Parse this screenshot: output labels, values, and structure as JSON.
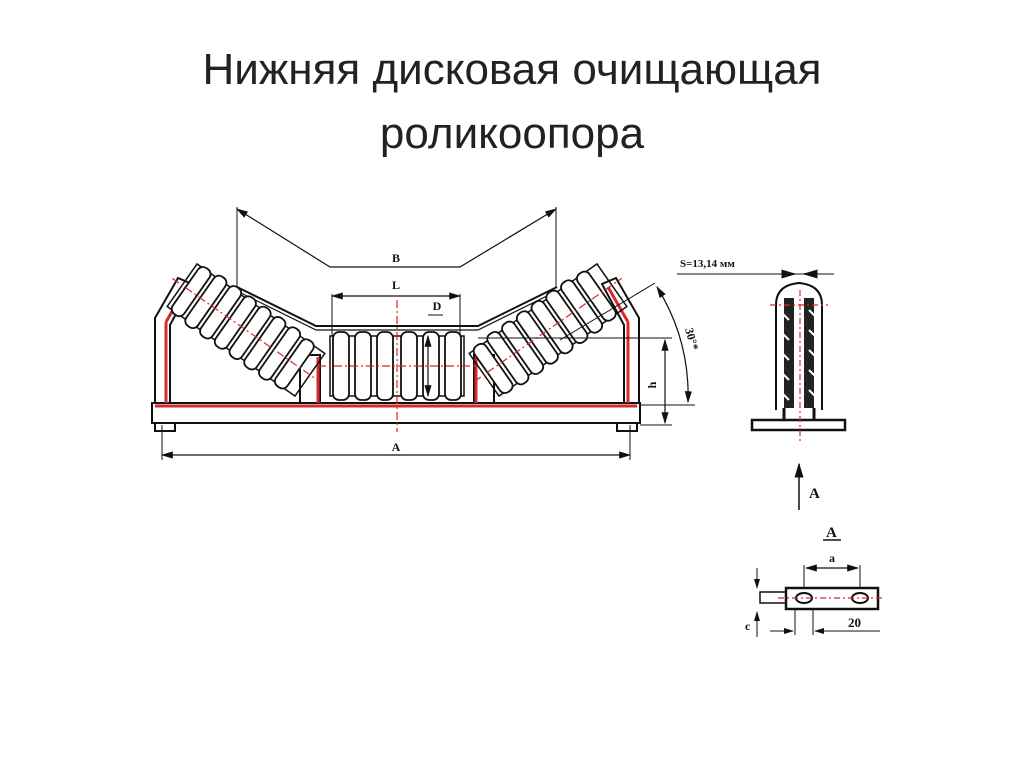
{
  "slide": {
    "title_line1": "Нижняя дисковая очищающая",
    "title_line2": "роликоопора"
  },
  "drawing": {
    "dim_B": "B",
    "dim_L": "L",
    "dim_D": "D",
    "dim_A": "A",
    "dim_h": "h",
    "angle": "30°*",
    "thickness": "S=13,14 мм",
    "view_arrow": "A",
    "view_title": "A",
    "dim_a": "a",
    "dim_c": "c",
    "dim_20": "20",
    "line_color": "#111111",
    "axis_color": "#d42a2a"
  }
}
